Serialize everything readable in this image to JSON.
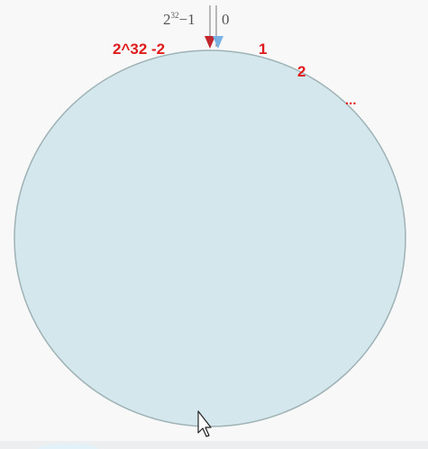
{
  "labels": {
    "max_base": "2",
    "max_exp": "32",
    "max_tail": "−1",
    "zero": "0",
    "second_last": "2^32 -2",
    "one": "1",
    "two": "2",
    "ellipsis": "..."
  },
  "colors": {
    "ring_fill": "#d3e7ec",
    "ring_stroke": "#9fb2b5",
    "label_red": "#e01b1b",
    "arrow_red": "#c0262c",
    "arrow_blue": "#79b2e3"
  },
  "icons": {
    "cursor": "mouse-pointer-icon"
  }
}
